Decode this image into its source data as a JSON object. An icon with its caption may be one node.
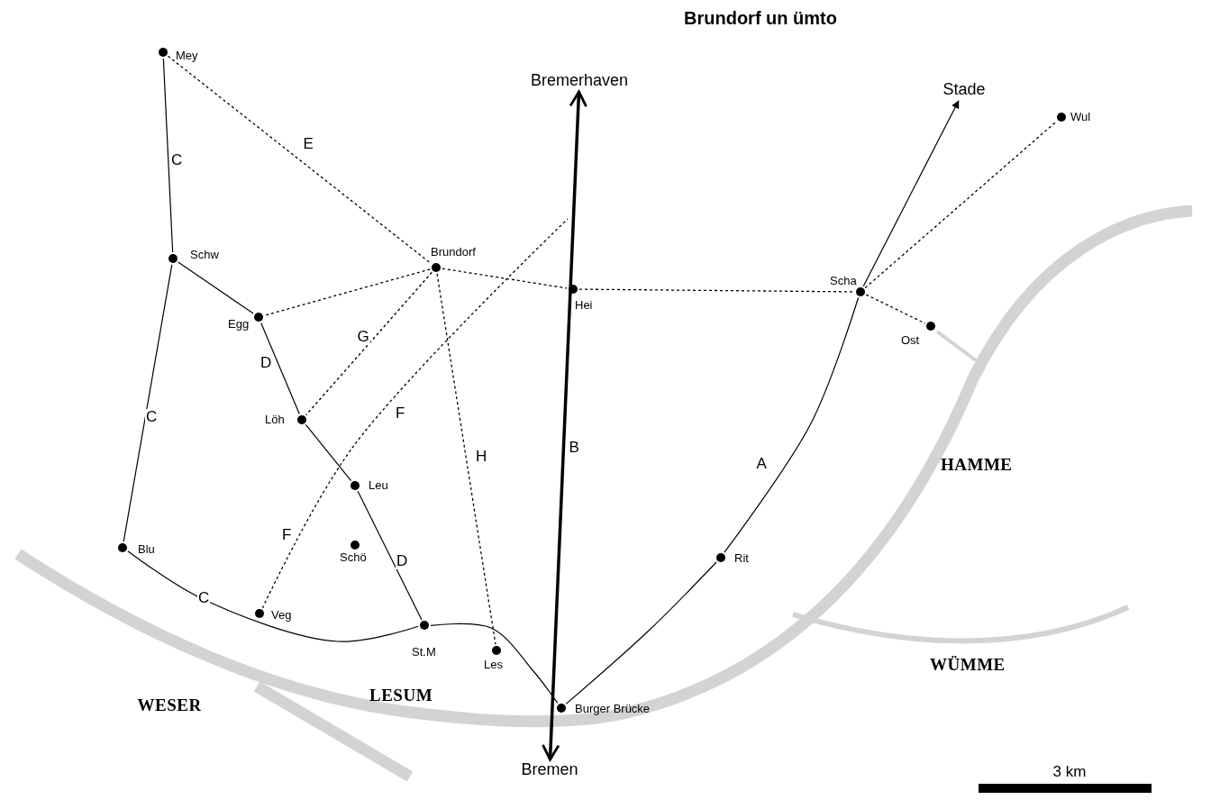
{
  "diagram": {
    "title": "Brundorf un ümto",
    "nodes": [
      {
        "text": [],
        "shape": "circle",
        "beside": [
          "Mey"
        ]
      },
      {
        "text": [
          "Bremerhaven"
        ]
      },
      {
        "text": [
          "Stade"
        ]
      },
      {
        "text": [],
        "shape": "circle",
        "beside": [
          "Wul"
        ]
      },
      {
        "text": [],
        "shape": "circle",
        "beside": [
          "Schw"
        ]
      },
      {
        "text": [],
        "shape": "circle",
        "beside": [
          "Brundorf"
        ]
      },
      {
        "text": [],
        "shape": "circle",
        "beside": [
          "Scha"
        ]
      },
      {
        "text": [],
        "shape": "circle",
        "beside": [
          "Hei"
        ]
      },
      {
        "text": [],
        "shape": "circle",
        "beside": [
          "Egg"
        ]
      },
      {
        "text": [],
        "shape": "circle",
        "beside": [
          "Ost"
        ]
      },
      {
        "text": [],
        "shape": "circle",
        "beside": [
          "Löh"
        ]
      },
      {
        "text": [],
        "shape": "circle",
        "beside": [
          "Leu"
        ]
      },
      {
        "text": [],
        "shape": "circle",
        "beside": [
          "Blu"
        ]
      },
      {
        "text": [],
        "shape": "circle",
        "beside": [
          "Schö"
        ]
      },
      {
        "text": [],
        "shape": "circle",
        "beside": [
          "Rit"
        ]
      },
      {
        "text": [],
        "shape": "circle",
        "beside": [
          "Veg"
        ]
      },
      {
        "text": [],
        "shape": "circle",
        "beside": [
          "St.M"
        ]
      },
      {
        "text": [],
        "shape": "circle",
        "beside": [
          "Les"
        ]
      },
      {
        "text": [],
        "shape": "circle",
        "beside": [
          "Burger Brücke"
        ]
      },
      {
        "text": [
          "Bremen"
        ]
      }
    ],
    "edges": [
      {
        "from": 0,
        "to": 4,
        "arrow": "none",
        "label": "C"
      },
      {
        "from": 4,
        "to": 12,
        "arrow": "none",
        "label": "C"
      },
      {
        "from": 12,
        "to": 16,
        "arrow": "none",
        "label": "C"
      },
      {
        "from": 4,
        "to": 8,
        "arrow": "none"
      },
      {
        "from": 8,
        "to": 10,
        "arrow": "none",
        "label": "D"
      },
      {
        "from": 10,
        "to": 11,
        "arrow": "none"
      },
      {
        "from": 11,
        "to": 16,
        "arrow": "none",
        "label": "D"
      },
      {
        "from": 16,
        "to": 18,
        "arrow": "none"
      },
      {
        "from": 0,
        "to": 5,
        "arrow": "none",
        "label": "E",
        "style": "dashed"
      },
      {
        "from": 5,
        "to": 8,
        "arrow": "none",
        "style": "dashed"
      },
      {
        "from": 5,
        "to": 10,
        "arrow": "none",
        "label": "G",
        "style": "dashed"
      },
      {
        "from": 5,
        "to": 7,
        "arrow": "none",
        "style": "dashed"
      },
      {
        "from": 5,
        "to": 17,
        "arrow": "none",
        "label": "H",
        "style": "dashed"
      },
      {
        "from": 15,
        "to": null,
        "arrow": "none",
        "label": "F",
        "style": "dashed"
      },
      {
        "from": 7,
        "to": 6,
        "arrow": "none",
        "style": "dashed"
      },
      {
        "from": 6,
        "to": 3,
        "arrow": "none",
        "style": "dashed"
      },
      {
        "from": 6,
        "to": 9,
        "arrow": "none",
        "style": "dashed"
      },
      {
        "from": 19,
        "to": 1,
        "arrow": "both",
        "label": "B",
        "style": "thick"
      },
      {
        "from": 18,
        "to": 14,
        "arrow": "none"
      },
      {
        "from": 14,
        "to": 6,
        "arrow": "none",
        "label": "A"
      },
      {
        "from": 6,
        "to": 2,
        "arrow": "to"
      }
    ],
    "labels": [
      "F",
      "HAMME",
      "WÜMME",
      "WESER",
      "LESUM",
      "3 km"
    ]
  }
}
